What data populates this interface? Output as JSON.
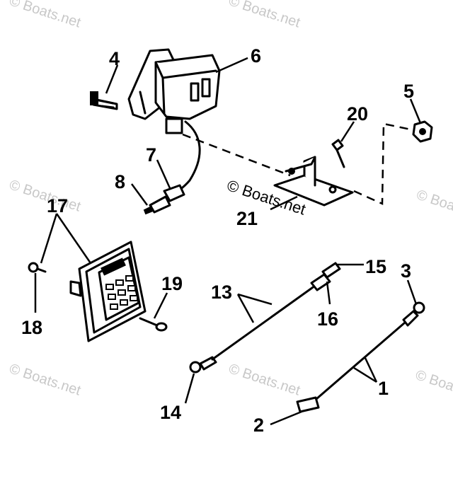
{
  "watermarks": {
    "w1": "© Boats.net",
    "w2": "© Boats.net",
    "w3": "© Boats.net",
    "w4": "© Boats.net",
    "w5": "© Boats.net",
    "w6": "© Boats.net",
    "w7": "© Boats.net",
    "center": "© Boats.net"
  },
  "callouts": {
    "c1": "1",
    "c2": "2",
    "c3": "3",
    "c4": "4",
    "c5": "5",
    "c6": "6",
    "c7": "7",
    "c8": "8",
    "c13": "13",
    "c14": "14",
    "c15": "15",
    "c16": "16",
    "c17": "17",
    "c18": "18",
    "c19": "19",
    "c20": "20",
    "c21": "21"
  }
}
